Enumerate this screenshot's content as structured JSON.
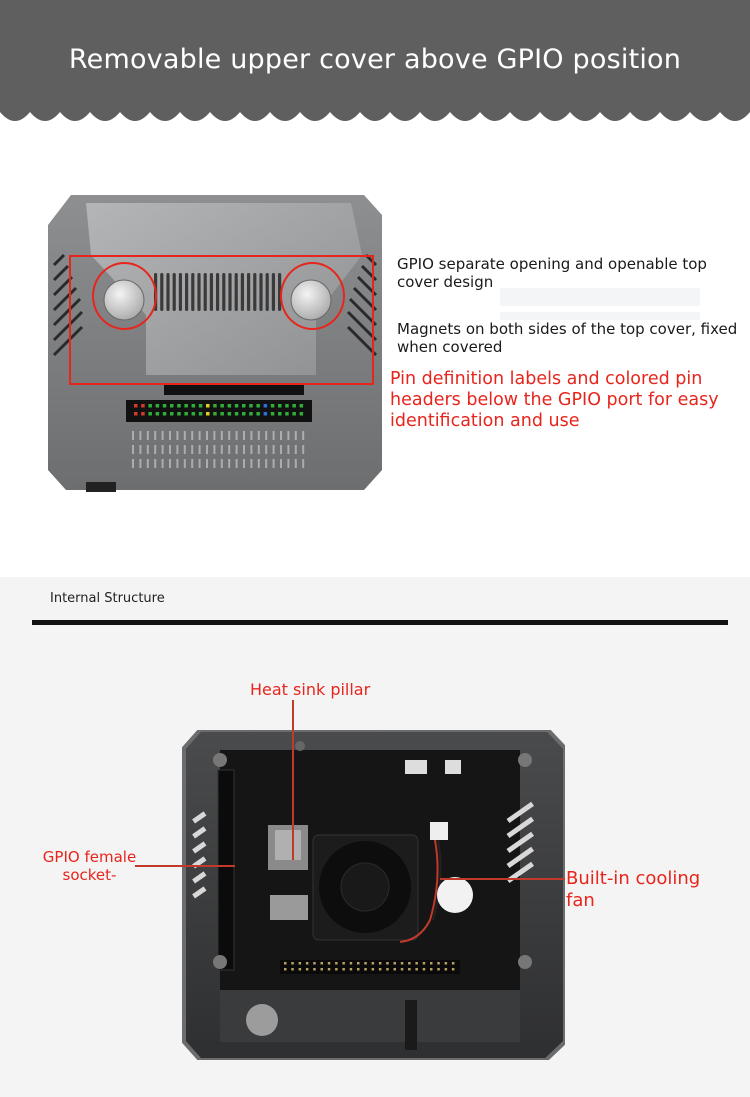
{
  "banner": {
    "title": "Removable upper cover above GPIO position",
    "color": "#5f5f5f"
  },
  "top_callouts": {
    "gpio_opening": "GPIO separate opening and openable top cover design",
    "magnets": "Magnets on both sides of the top cover, fixed when covered",
    "pin_labels": "Pin definition labels and colored pin headers below the GPIO port for easy identification and use"
  },
  "internal": {
    "section_title": "Internal Structure",
    "heat_sink_label": "Heat sink pillar",
    "gpio_socket_label": "GPIO female socket-",
    "cooling_fan_label": "Built-in cooling fan"
  },
  "accent_color": "#e8251c"
}
